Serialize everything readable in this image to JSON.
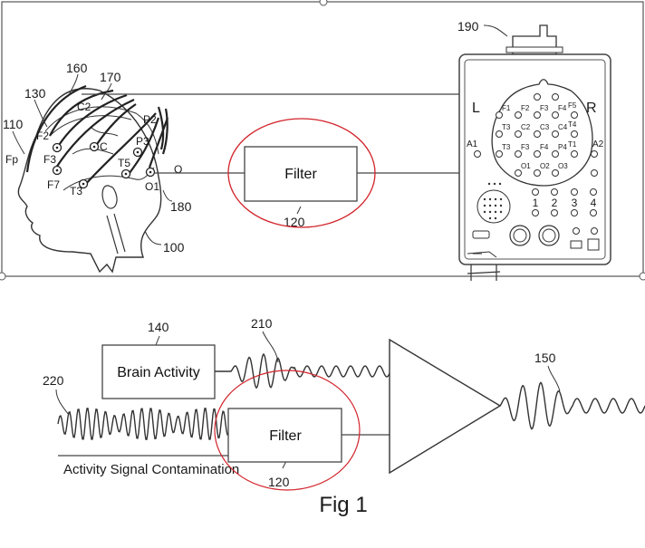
{
  "figure": {
    "caption": "Fig 1",
    "top_panel": {
      "labels": {
        "head": "100",
        "electrode_fp": "110",
        "electrode_f2": "130",
        "wire_160": "160",
        "wire_170": "170",
        "electrode_o": "180",
        "device": "190",
        "filter_ref": "120"
      },
      "electrode_sites": [
        "Fp",
        "F2",
        "F3",
        "F7",
        "C2",
        "C",
        "T3",
        "T5",
        "P2",
        "P3",
        "O",
        "O1"
      ],
      "filter_label": "Filter",
      "device": {
        "side_left": "L",
        "side_right": "R",
        "ref_left": "A1",
        "ref_right": "A2",
        "head_map_sites": [
          "F1",
          "F2",
          "F3",
          "F4",
          "F5",
          "T3",
          "C2",
          "C3",
          "C4",
          "T4",
          "T3",
          "F3",
          "F4",
          "P4",
          "T1",
          "O1",
          "O2",
          "O3"
        ],
        "channels": [
          "1",
          "2",
          "3",
          "4"
        ]
      }
    },
    "bottom_panel": {
      "brain_activity_label": "Brain Activity",
      "filter_label": "Filter",
      "contamination_label": "Activity Signal Contamination",
      "labels": {
        "brain_box": "140",
        "brain_signal": "210",
        "noise_signal": "220",
        "output_signal": "150",
        "filter_ref": "120"
      }
    },
    "highlight_color": "#d2232a"
  }
}
